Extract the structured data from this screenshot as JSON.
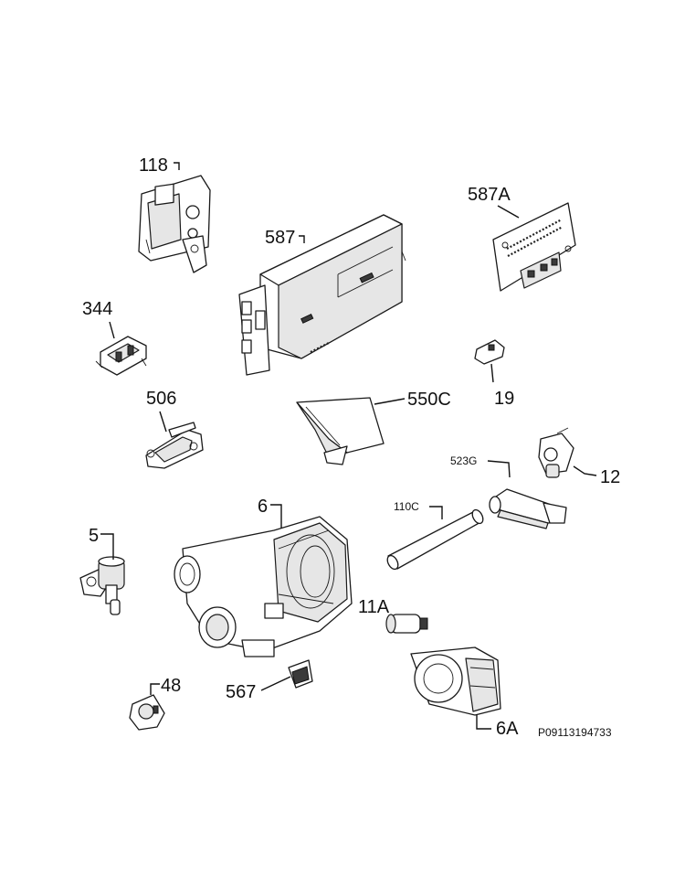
{
  "parts": [
    {
      "id": "118",
      "label": "118"
    },
    {
      "id": "587",
      "label": "587"
    },
    {
      "id": "587A",
      "label": "587A"
    },
    {
      "id": "344",
      "label": "344"
    },
    {
      "id": "506",
      "label": "506"
    },
    {
      "id": "550C",
      "label": "550C"
    },
    {
      "id": "19",
      "label": "19"
    },
    {
      "id": "523G",
      "label": "523G"
    },
    {
      "id": "12",
      "label": "12"
    },
    {
      "id": "110C",
      "label": "110C"
    },
    {
      "id": "6",
      "label": "6"
    },
    {
      "id": "5",
      "label": "5"
    },
    {
      "id": "11A",
      "label": "11A"
    },
    {
      "id": "48",
      "label": "48"
    },
    {
      "id": "567",
      "label": "567"
    },
    {
      "id": "6A",
      "label": "6A"
    }
  ],
  "drawing_code": "P09113194733"
}
